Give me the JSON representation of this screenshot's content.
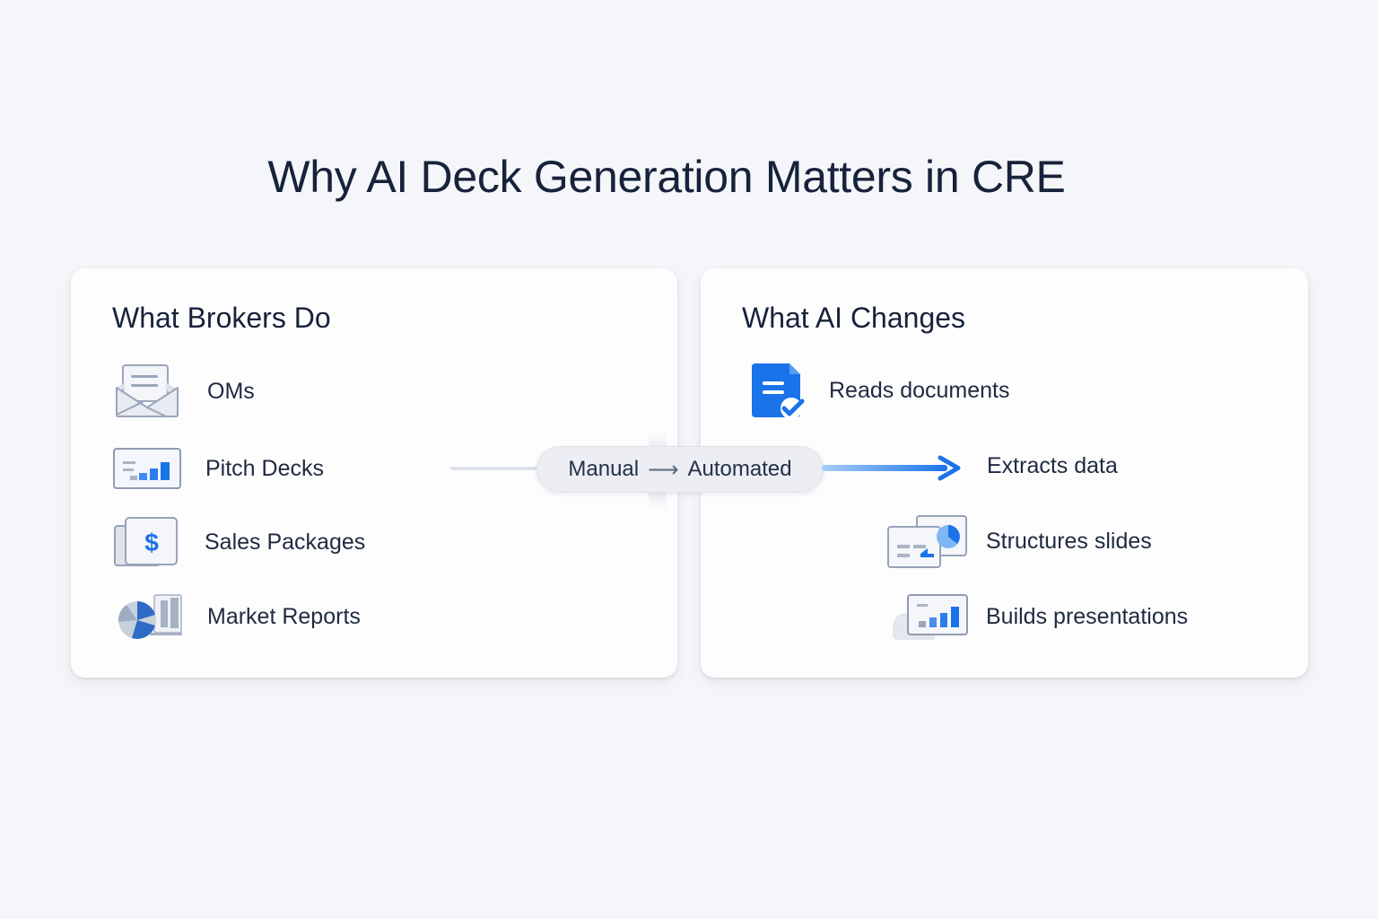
{
  "title": "Why AI Deck Generation Matters in CRE",
  "left_panel": {
    "heading": "What Brokers Do",
    "items": [
      {
        "label": "OMs",
        "icon": "envelope-document-icon"
      },
      {
        "label": "Pitch Decks",
        "icon": "bar-chart-slide-icon"
      },
      {
        "label": "Sales Packages",
        "icon": "dollar-package-icon"
      },
      {
        "label": "Market Reports",
        "icon": "pie-chart-report-icon"
      }
    ]
  },
  "transition": {
    "from": "Manual",
    "arrow": "⟶",
    "to": "Automated"
  },
  "right_panel": {
    "heading": "What AI Changes",
    "items": [
      {
        "label": "Reads documents",
        "icon": "document-check-icon"
      },
      {
        "label": "Extracts data",
        "icon": "arrow-right-icon"
      },
      {
        "label": "Structures slides",
        "icon": "slides-pie-icon"
      },
      {
        "label": "Builds presentations",
        "icon": "presentation-bar-chart-icon"
      }
    ]
  },
  "colors": {
    "background": "#f5f6f9",
    "card": "#fdfdfe",
    "text": "#17223b",
    "accent_blue": "#1a73e8",
    "icon_gray": "#8a97ad"
  }
}
